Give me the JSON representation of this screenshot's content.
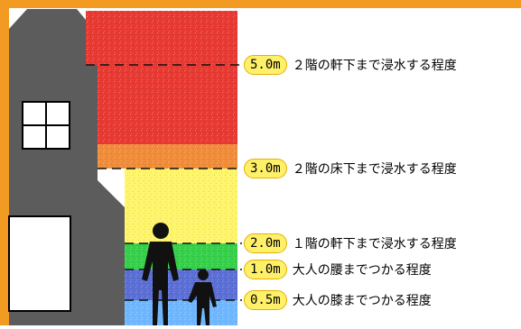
{
  "bands": [
    {
      "from_m": 3.5,
      "to_m": 5.0,
      "color": "#e83a33"
    },
    {
      "from_m": 3.0,
      "to_m": 3.5,
      "color": "#f08c3a"
    },
    {
      "from_m": 2.0,
      "to_m": 3.0,
      "color": "#fff56a"
    },
    {
      "from_m": 1.0,
      "to_m": 2.0,
      "color": "#36d04a"
    },
    {
      "from_m": 0.5,
      "to_m": 1.0,
      "color": "#5b6fd6"
    },
    {
      "from_m": 0.0,
      "to_m": 0.5,
      "color": "#6fb8ff"
    }
  ],
  "levels": [
    {
      "value_m": 5.0,
      "badge": "5.0m",
      "text": "２階の軒下まで浸水する程度"
    },
    {
      "value_m": 3.0,
      "badge": "3.0m",
      "text": "２階の床下まで浸水する程度"
    },
    {
      "value_m": 2.0,
      "badge": "2.0m",
      "text": "１階の軒下まで浸水する程度"
    },
    {
      "value_m": 1.0,
      "badge": "1.0m",
      "text": "大人の腰までつかる程度"
    },
    {
      "value_m": 0.5,
      "badge": "0.5m",
      "text": "大人の膝までつかる程度"
    }
  ],
  "colors": {
    "frame": "#f39a22",
    "house": "#5c5c5c",
    "silhouette": "#111111",
    "dash": "#111111"
  },
  "icons": [
    "house-icon",
    "adult-silhouette-icon",
    "child-silhouette-icon"
  ]
}
